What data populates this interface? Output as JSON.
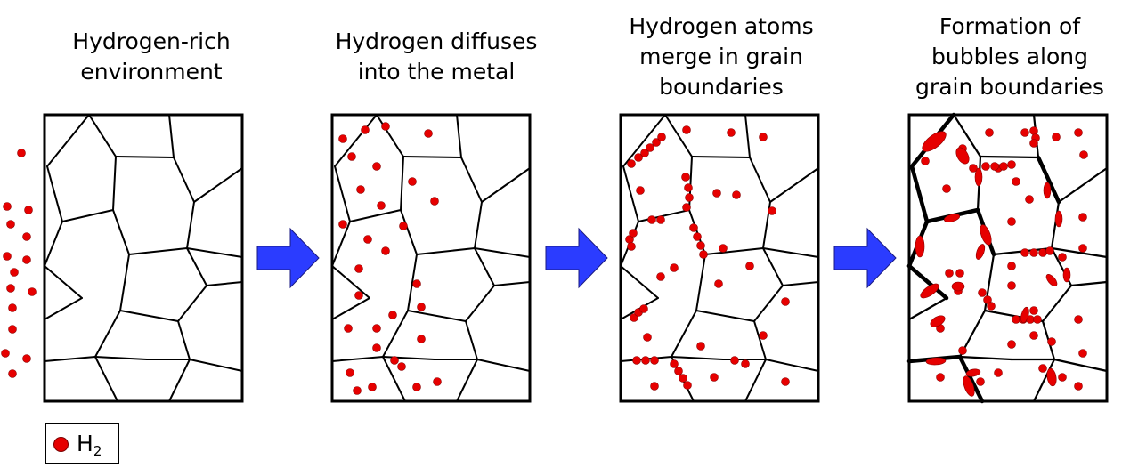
{
  "panels": [
    {
      "title_lines": [
        "Hydrogen-rich",
        "environment"
      ]
    },
    {
      "title_lines": [
        "Hydrogen diffuses",
        "into the metal"
      ]
    },
    {
      "title_lines": [
        "Hydrogen atoms",
        "merge in grain",
        "boundaries"
      ]
    },
    {
      "title_lines": [
        "Formation of",
        "bubbles along",
        "grain boundaries"
      ]
    }
  ],
  "legend": {
    "symbol": "H",
    "subscript": "2"
  },
  "colors": {
    "hydrogen": "#e60000",
    "arrow": "#2b3cff",
    "outline": "#000000"
  }
}
